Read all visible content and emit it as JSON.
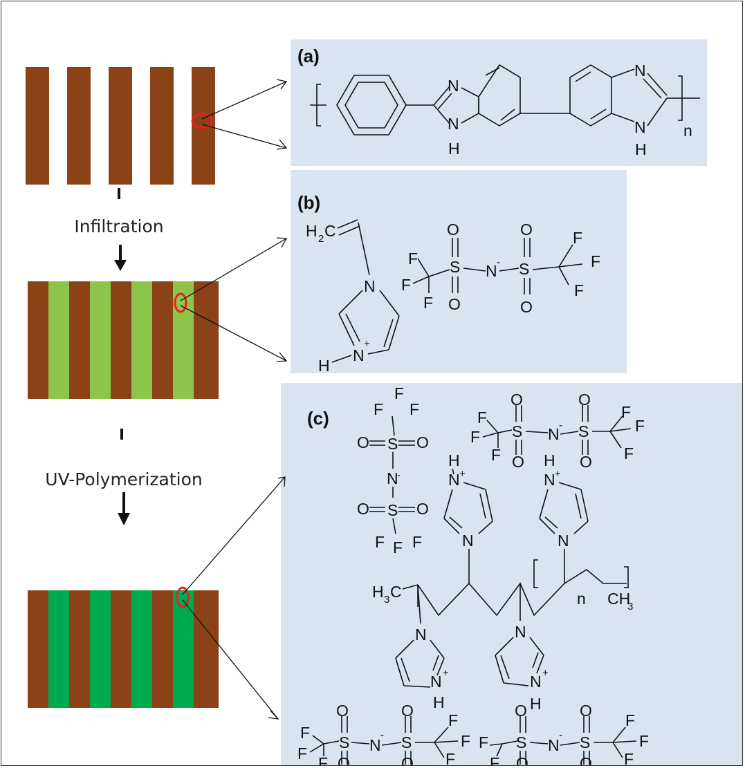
{
  "panels": {
    "a": {
      "label": "(a)"
    },
    "b": {
      "label": "(b)"
    },
    "c": {
      "label": "(c)"
    }
  },
  "steps": {
    "infiltration": "Infiltration",
    "uv": "UV-Polymerization"
  },
  "atoms": {
    "N": "N",
    "H": "H",
    "n": "n",
    "F": "F",
    "O": "O",
    "S": "S",
    "plus": "+",
    "minus": "-",
    "C": "C",
    "sub2": "2",
    "sub3": "3",
    "CH": "CH"
  },
  "colors": {
    "rod": "#8B4216",
    "ionic_liquid": "#8DC54B",
    "polymerized": "#00AA4E",
    "panel_bg": "#DAE3F0",
    "highlight": "#EE1C25"
  }
}
